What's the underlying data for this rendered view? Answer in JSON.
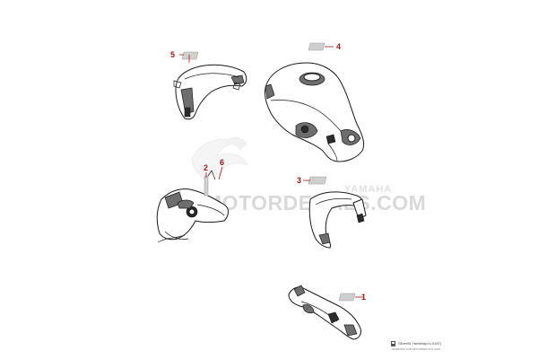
{
  "watermark": {
    "text": "MOTORDECALS.COM",
    "sub_text": "YAMAHA"
  },
  "footer": {
    "line1": "Silver06 Yamaha(d.s.0187)",
    "line2": "GRAB IMG FOR MOTORDECALS.COM"
  },
  "callouts": [
    {
      "id": "callout-1",
      "label": "1"
    },
    {
      "id": "callout-2",
      "label": "2"
    },
    {
      "id": "callout-3",
      "label": "3"
    },
    {
      "id": "callout-4",
      "label": "4"
    },
    {
      "id": "callout-5",
      "label": "5"
    },
    {
      "id": "callout-6",
      "label": "6"
    }
  ],
  "colors": {
    "callout": "#a11a1a",
    "line_art": "#1a1a1a",
    "watermark": "#d9d9d9"
  }
}
